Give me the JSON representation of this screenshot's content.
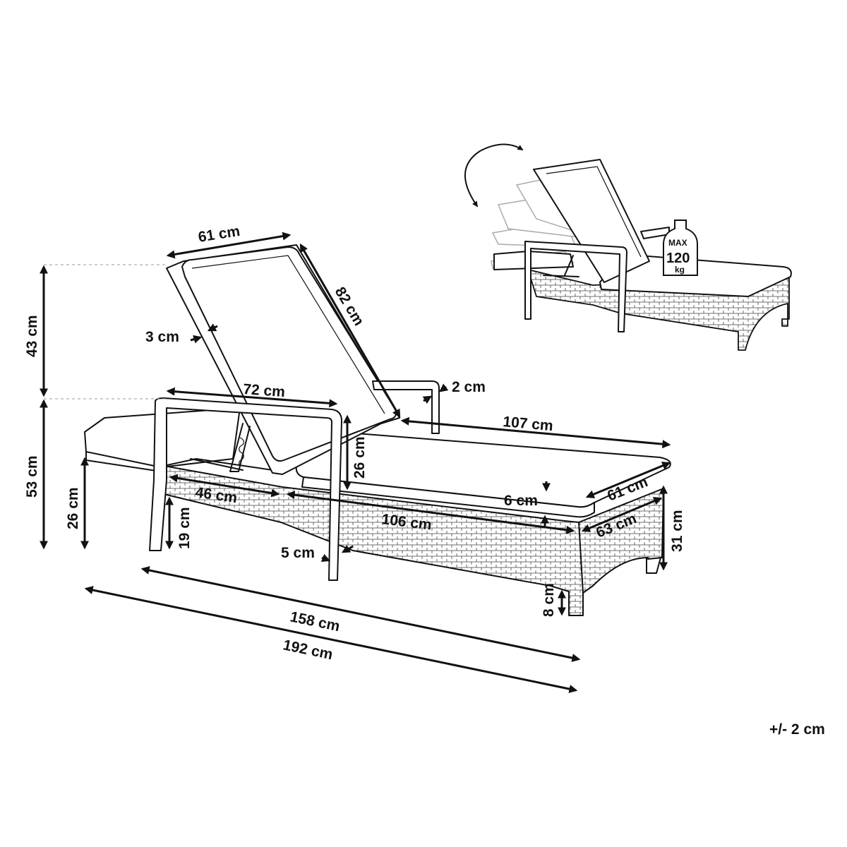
{
  "labels": {
    "backrest_width": "61 cm",
    "backrest_length": "82 cm",
    "back_thickness": "3 cm",
    "back_height": "43 cm",
    "seat_height": "53 cm",
    "front_height": "26 cm",
    "arm_length": "72 cm",
    "arm_thickness": "2 cm",
    "seat_length": "107 cm",
    "arm_height": "26 cm",
    "front_frame": "46 cm",
    "leg_height": "19 cm",
    "cushion_thickness": "6 cm",
    "cushion_width": "61 cm",
    "frame_length": "106 cm",
    "frame_width": "63 cm",
    "foot_height": "31 cm",
    "leg_thickness": "5 cm",
    "ground_clearance": "8 cm",
    "inner_length": "158 cm",
    "total_length": "192 cm",
    "tolerance": "+/- 2 cm"
  },
  "badge": {
    "max_label": "MAX",
    "weight_value": "120",
    "weight_unit": "kg"
  }
}
